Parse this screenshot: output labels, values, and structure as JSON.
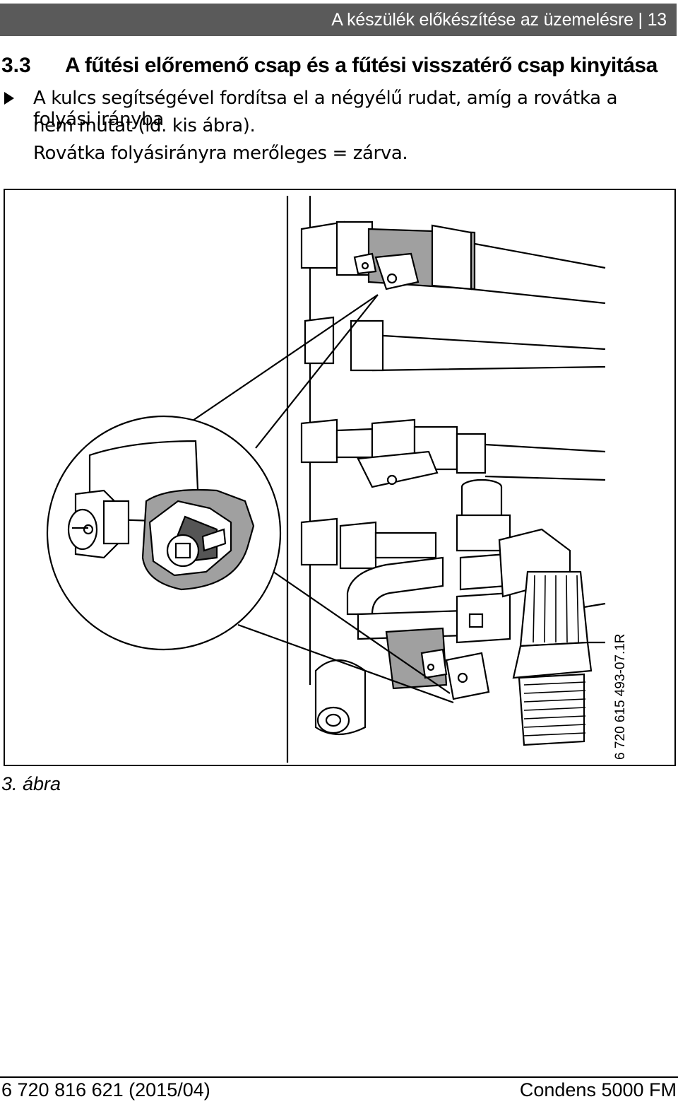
{
  "header": {
    "running_title": "A készülék előkészítése az üzemelésre | 13"
  },
  "section": {
    "number": "3.3",
    "title": "A fűtési előremenő csap és a fűtési visszatérő csap kinyitása"
  },
  "instruction": {
    "line1": "A kulcs segítségével fordítsa el a négyélű rudat, amíg a rovátka a folyási irányba",
    "line2": "nem mutat (ld. kis ábra).",
    "line3": "Rovátka folyásirányra merőleges = zárva."
  },
  "figure": {
    "code": "6 720 615 493-07.1R",
    "caption": "3. ábra"
  },
  "footer": {
    "doc_number": "6 720 816 621 (2015/04)",
    "product": "Condens 5000 FM"
  },
  "colors": {
    "header_bar": "#5a5a5a",
    "valve_body_shade": "#a0a0a0",
    "pipe_stroke": "#000000"
  }
}
